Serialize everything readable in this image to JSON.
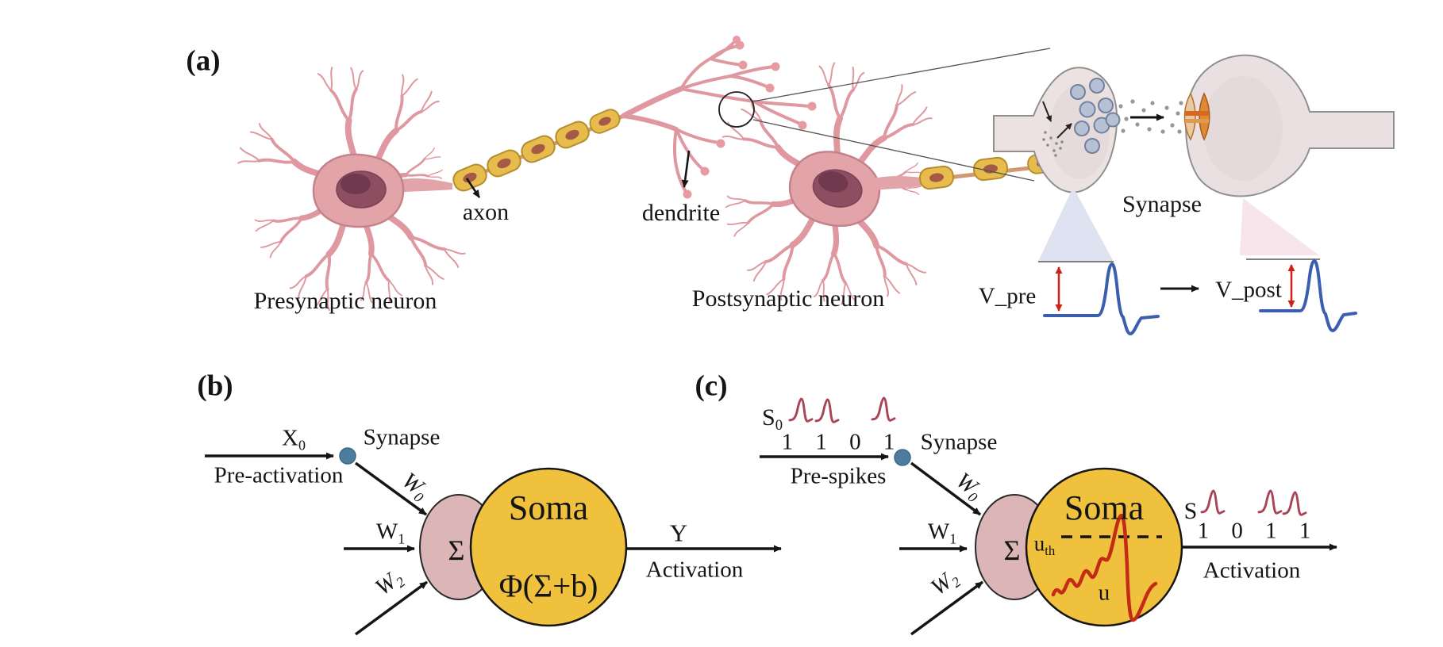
{
  "figure": {
    "panel_a": {
      "tag": "(a)",
      "presynaptic_neuron": "Presynaptic neuron",
      "axon": "axon",
      "dendrite": "dendrite",
      "postsynaptic_neuron": "Postsynaptic neuron",
      "synapse": "Synapse",
      "v_pre": "V_pre",
      "v_post": "V_post"
    },
    "panel_b": {
      "tag": "(b)",
      "input_signal": {
        "base": "X",
        "sub": "0"
      },
      "input_caption": "Pre-activation",
      "synapse": "Synapse",
      "weight0": {
        "base": "W",
        "sub": "0"
      },
      "weight1": {
        "base": "W",
        "sub": "1"
      },
      "weight2": {
        "base": "W",
        "sub": "2"
      },
      "sum_symbol": "Σ",
      "soma_title": "Soma",
      "soma_function": "Φ(Σ+b)",
      "output_signal": "Y",
      "output_caption": "Activation"
    },
    "panel_c": {
      "tag": "(c)",
      "input_signal": {
        "base": "S",
        "sub": "0"
      },
      "input_bits": "1 1 0 1",
      "input_caption": "Pre-spikes",
      "synapse": "Synapse",
      "weight0": {
        "base": "W",
        "sub": "0"
      },
      "weight1": {
        "base": "W",
        "sub": "1"
      },
      "weight2": {
        "base": "W",
        "sub": "2"
      },
      "sum_symbol": "Σ",
      "soma_title": "Soma",
      "threshold": {
        "base": "u",
        "sub": "th"
      },
      "membrane_potential": "u",
      "output_signal": "S",
      "output_bits": "1 0 1 1",
      "output_caption": "Activation"
    },
    "colors": {
      "soma_fill": "#f0c13c",
      "summation_lens_fill": "#dcb6b6",
      "synapse_dot": "#4d7d9d",
      "membrane_trace_red": "#c52a17",
      "spike_glyph_maroon": "#a84455",
      "voltage_wave_blue": "#3b5fae",
      "measure_arrow_red": "#cc2218",
      "neuron_body_pink": "#e2a3a9",
      "myelin_yellow": "#e8bb4d"
    }
  }
}
